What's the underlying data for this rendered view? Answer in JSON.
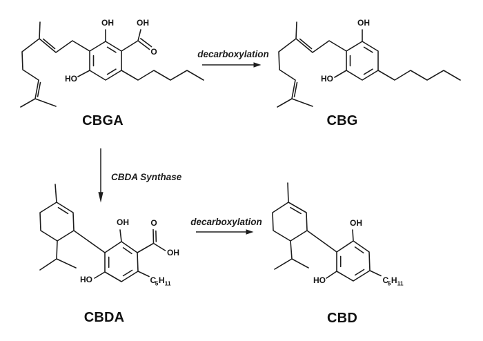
{
  "diagram": {
    "background_color": "#ffffff",
    "line_color": "#1d1d1d",
    "text_color": "#161616",
    "reactions": [
      {
        "label": "decarboxylation",
        "from": "CBGA",
        "to": "CBG"
      },
      {
        "label": "CBDA Synthase",
        "from": "CBGA",
        "to": "CBDA"
      },
      {
        "label": "decarboxylation",
        "from": "CBDA",
        "to": "CBD"
      }
    ],
    "molecules": {
      "cbga": {
        "name": "CBGA",
        "atoms": {
          "oh_top": "OH",
          "oh_acid": "OH",
          "o_carbonyl": "O",
          "ho_bottom": "HO"
        }
      },
      "cbg": {
        "name": "CBG",
        "atoms": {
          "oh_top": "OH",
          "ho_bottom": "HO"
        }
      },
      "cbda": {
        "name": "CBDA",
        "atoms": {
          "oh_top": "OH",
          "o_carbonyl": "O",
          "oh_acid": "OH",
          "ho_bottom": "HO",
          "pentyl_c": "C",
          "pentyl_c_sub": "5",
          "pentyl_h": "H",
          "pentyl_h_sub": "11"
        }
      },
      "cbd": {
        "name": "CBD",
        "atoms": {
          "oh_top": "OH",
          "ho_bottom": "HO",
          "pentyl_c": "C",
          "pentyl_c_sub": "5",
          "pentyl_h": "H",
          "pentyl_h_sub": "11"
        }
      }
    }
  }
}
